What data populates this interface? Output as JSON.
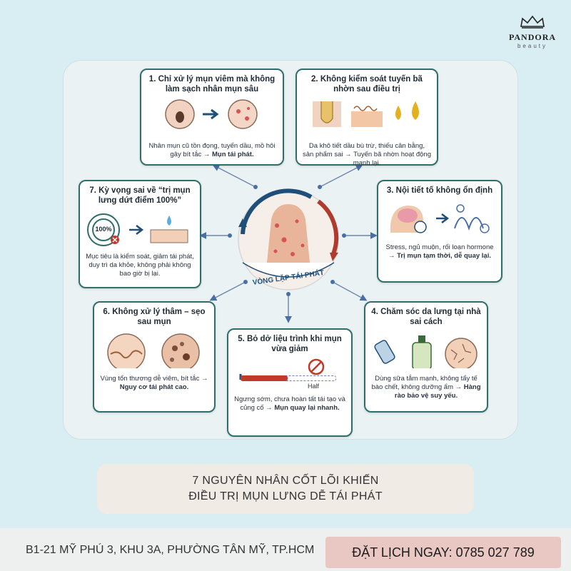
{
  "brand": {
    "name": "PANDORA",
    "sub": "beauty"
  },
  "center": {
    "label": "VÒNG LẶP TÁI PHÁT"
  },
  "cards": {
    "c1": {
      "title": "1. Chỉ xử lý mụn viêm mà không làm sạch nhân mụn sâu",
      "desc": "Nhân mụn cũ tồn đọng, tuyến dầu, mồ hôi gây bít tắc →",
      "strong": "Mụn tái phát."
    },
    "c2": {
      "title": "2. Không kiểm soát tuyến bã nhờn sau điều trị",
      "desc": "Da khô tiết dầu bù trừ, thiếu cân bằng, sản phẩm sai → Tuyến bã nhờn hoạt động mạnh lại.",
      "strong": ""
    },
    "c3": {
      "title": "3. Nội tiết tố không ổn định",
      "desc": "Stress, ngủ muộn, rối loạn hormone →",
      "strong": "Trị mụn tạm thời, dễ quay lại."
    },
    "c4": {
      "title": "4. Chăm sóc da lưng tại nhà sai cách",
      "desc": "Dùng sữa tắm mạnh, không tẩy tế bào chết, không dưỡng ẩm",
      "strong": "→ Hàng rào bảo vệ suy yếu."
    },
    "c5": {
      "title": "5. Bỏ dở liệu trình khi mụn vừa giảm",
      "desc": "Ngưng sớm, chưa hoàn tất tái tạo và củng cố",
      "strong": "→ Mụn quay lại nhanh.",
      "bar_label": "Half",
      "progress": 0.5
    },
    "c6": {
      "title": "6. Không xử lý thâm – sẹo sau mụn",
      "desc": "Vùng tổn thương dễ viêm, bít tắc",
      "strong": "→ Nguy cơ tái phát cao."
    },
    "c7": {
      "title": "7. Kỳ vọng sai về “trị mụn lưng dứt điểm 100%”",
      "desc": "Mục tiêu là kiểm soát, giảm tái phát, duy trì da khỏe, không phải không bao giờ bị lại.",
      "strong": "",
      "target_label": "100%"
    }
  },
  "tagline": {
    "line1": "7 NGUYÊN NHÂN CỐT LÕI KHIẾN",
    "line2": "ĐIỀU TRỊ MỤN LƯNG DỄ TÁI PHÁT"
  },
  "footer": {
    "address": "B1-21 MỸ PHÚ 3, KHU 3A, PHƯỜNG TÂN MỸ, TP.HCM",
    "cta": "ĐẶT LỊCH NGAY: 0785 027 789"
  },
  "colors": {
    "teal": "#2f6f6b",
    "red": "#c0392b",
    "navy": "#1f4e79",
    "background": "#d9eef3"
  }
}
